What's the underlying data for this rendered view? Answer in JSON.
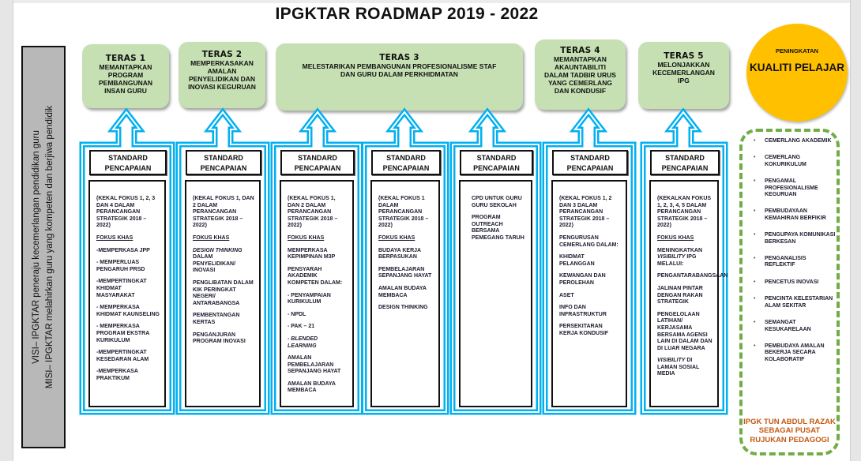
{
  "title": "IPGKTAR  ROADMAP 2019 - 2022",
  "visi": "VISI– IPGKTAR peneraju kecemerlangan pendidikan guru",
  "misi": "MISI– IPGKTAR melahirkan guru yang kompeten dan berjiwa pendidik",
  "teras": [
    {
      "label": "TERAS 1",
      "text": "MEMANTAPKAN PROGRAM PEMBANGUNAN INSAN GURU"
    },
    {
      "label": "TERAS 2",
      "text": "MEMPERKASAKAN AMALAN PENYELIDIKAN DAN INOVASI KEGURUAN"
    },
    {
      "label": "TERAS 3",
      "text": "MELESTARIKAN PEMBANGUNAN PROFESIONALISME STAF DAN GURU DALAM PERKHIDMATAN"
    },
    {
      "label": "TERAS 4",
      "text": "MEMANTAPKAN AKAUNTABILITI DALAM TADBIR URUS YANG CEMERLANG DAN KONDUSIF"
    },
    {
      "label": "TERAS 5",
      "text": "MELONJAKKAN KECEMERLANGAN IPG"
    }
  ],
  "goal": {
    "small": "PENINGKATAN",
    "big": "KUALITI PELAJAR"
  },
  "standard_heading": "STANDARD PENCAPAIAN",
  "columns": [
    {
      "items": [
        {
          "pre": "(KEKAL FOKUS 1, 2, 3 DAN 4 DALAM PERANCANGAN STRATEGIK 2018 – 2022)"
        },
        {
          "pre": "FOKUS KHAS",
          "u": true
        },
        {
          "pre": "-MEMPERKASA JPP"
        },
        {
          "pre": "- MEMPERLUAS PENGARUH PRSD"
        },
        {
          "pre": "-MEMPERTINGKAT KHIDMAT MASYARAKAT"
        },
        {
          "pre": "- MEMPERKASA KHIDMAT KAUNSELING"
        },
        {
          "pre": "- MEMPERKASA PROGRAM EKSTRA KURIKULUM"
        },
        {
          "pre": "-MEMPERTINGKAT KESEDARAN ALAM"
        },
        {
          "pre": "-MEMPERKASA PRAKTIKUM"
        }
      ]
    },
    {
      "items": [
        {
          "pre": "(KEKAL FOKUS 1, DAN 2 DALAM PERANCANGAN STRATEGIK 2018 – 2022)"
        },
        {
          "pre": "FOKUS KHAS",
          "u": true
        },
        {
          "em": "DESIGN THINKING",
          "post": " DALAM PENYELIDIKAN/ INOVASI"
        },
        {
          "pre": "PENGLIBATAN DALAM KIK PERINGKAT NEGERI/ ANTARABANGSA"
        },
        {
          "pre": "PEMBENTANGAN KERTAS"
        },
        {
          "pre": "PENGANJURAN PROGRAM INOVASI"
        }
      ]
    },
    {
      "items": [
        {
          "pre": "(KEKAL FOKUS 1, DAN 2 DALAM PERANCANGAN STRATEGIK 2018 – 2022)"
        },
        {
          "pre": "FOKUS KHAS",
          "u": true
        },
        {
          "pre": "MEMPERKASA KEPIMPINAN M3P"
        },
        {
          "pre": "PENSYARAH AKADEMIK KOMPETEN DALAM:"
        },
        {
          "pre": "- PENYAMPAIAN KURIKULUM"
        },
        {
          "pre": "- NPDL"
        },
        {
          "pre": "- PAK – 21"
        },
        {
          "pre": "- ",
          "em": "BLENDED LEARNING"
        },
        {
          "pre": " AMALAN PEMBELAJARAN SEPANJANG HAYAT"
        },
        {
          "pre": "AMALAN BUDAYA MEMBACA"
        }
      ]
    },
    {
      "items": [
        {
          "pre": "(KEKAL FOKUS 1 DALAM PERANCANGAN STRATEGIK 2018 – 2022)"
        },
        {
          "pre": "FOKUS KHAS",
          "u": true
        },
        {
          "pre": "BUDAYA KERJA BERPASUKAN"
        },
        {
          "pre": "PEMBELAJARAN SEPANJANG HAYAT"
        },
        {
          "pre": "AMALAN BUDAYA MEMBACA"
        },
        {
          "pre": "DESIGN THINKING"
        }
      ]
    },
    {
      "items": [
        {
          "pre": "CPD UNTUK GURU GURU SEKOLAH"
        },
        {
          "pre": "PROGRAM OUTREACH BERSAMA PEMEGANG TARUH"
        }
      ]
    },
    {
      "items": [
        {
          "pre": "(KEKAL FOKUS 1, 2 DAN 3 DALAM PERANCANGAN STRATEGIK 2018 – 2022)"
        },
        {
          "pre": "PENGURUSAN CEMERLANG DALAM:"
        },
        {
          "pre": "KHIDMAT PELANGGAN"
        },
        {
          "pre": "KEWANGAN DAN PEROLEHAN"
        },
        {
          "pre": "ASET"
        },
        {
          "pre": "INFO DAN INFRASTRUKTUR"
        },
        {
          "pre": "PERSEKITARAN KERJA KONDUSIF"
        }
      ]
    },
    {
      "items": [
        {
          "pre": "(KEKALKAN FOKUS 1, 2, 3, 4, 5 DALAM PERANCANGAN STRATEGIK 2018 – 2022)"
        },
        {
          "pre": "FOKUS KHAS",
          "u": true
        },
        {
          "pre": "MENINGKATKAN ",
          "em": "VISIBILITY",
          "post": " IPG MELALUI:"
        },
        {
          "pre": "PENGANTARABANGSAAN"
        },
        {
          "pre": "JALINAN PINTAR DENGAN RAKAN STRATEGIK"
        },
        {
          "pre": "PENGELOLAAN LATIHAN/ KERJASAMA BERSAMA AGENSI LAIN DI DALAM DAN DI LUAR NEGARA"
        },
        {
          "em": "VISIBILITY",
          "post": " DI LAMAN SOSIAL MEDIA"
        }
      ]
    }
  ],
  "outcomes": [
    "CEMERLANG AKADEMIK",
    "CEMERLANG KOKURIKULUM",
    "PENGAMAL PROFESIONALISME KEGURUAN",
    "PEMBUDAYAAN KEMAHIRAN BERFIKIR",
    "PENGUPAYA KOMUNIKASI BERKESAN",
    "PENGANALISIS REFLEKTIF",
    "PENCETUS INOVASI",
    "PENCINTA KELESTARIAN ALAM SEKITAR",
    "SEMANGAT KESUKARELAAN",
    "PEMBUDAYA AMALAN BEKERJA SECARA KOLABORATIF"
  ],
  "outcomes_footer": "IPGK TUN ABDUL RAZAK SEBAGAI PUSAT RUJUKAN PEDAGOGI",
  "colors": {
    "teras": "#c6e0b4",
    "frame": "#00b0f0",
    "goal": "#ffc000",
    "dashed": "#70ad47",
    "footer": "#c55a11"
  }
}
